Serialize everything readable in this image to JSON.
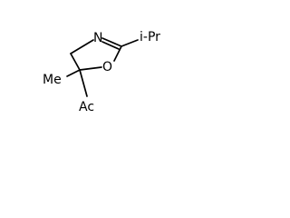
{
  "labels": {
    "nitrogen": "N",
    "oxygen": "O",
    "isopropyl": "i-Pr",
    "methyl": "Me",
    "acetyl": "Ac"
  },
  "colors": {
    "background": "#ffffff",
    "ink": "#000000"
  }
}
